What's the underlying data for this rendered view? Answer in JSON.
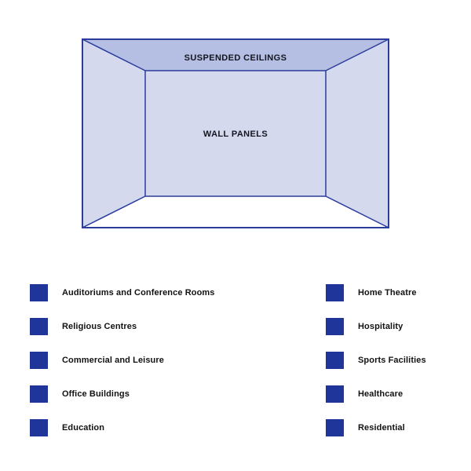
{
  "diagram": {
    "ceiling_label": "SUSPENDED CEILINGS",
    "wall_label": "WALL PANELS"
  },
  "colors": {
    "outline": "#2c3c9c",
    "ceiling_fill": "#b5bfe4",
    "wall_fill": "#d4d9ee",
    "floor_fill": "#ffffff",
    "diagram_text": "#15151f",
    "swatch": "#1f3599"
  },
  "legend": {
    "left": [
      {
        "label": "Auditoriums and Conference Rooms"
      },
      {
        "label": "Religious Centres"
      },
      {
        "label": "Commercial and Leisure"
      },
      {
        "label": "Office Buildings"
      },
      {
        "label": "Education"
      }
    ],
    "right": [
      {
        "label": "Home Theatre"
      },
      {
        "label": "Hospitality"
      },
      {
        "label": "Sports Facilities"
      },
      {
        "label": "Healthcare"
      },
      {
        "label": "Residential"
      }
    ]
  }
}
